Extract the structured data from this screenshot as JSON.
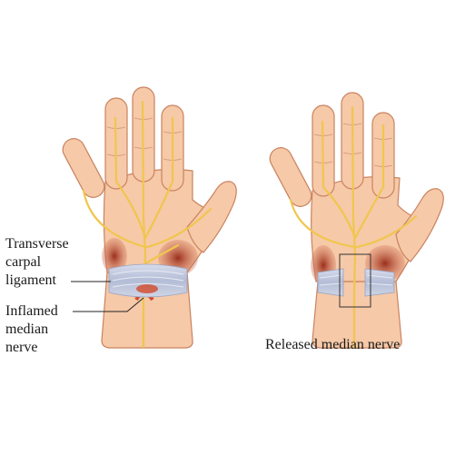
{
  "labels": {
    "ligament": [
      "Transverse",
      "carpal",
      "ligament"
    ],
    "inflamed": [
      "Inflamed",
      "median",
      "nerve"
    ],
    "released": "Released median nerve"
  },
  "colors": {
    "background": "#ffffff",
    "skin": "#f6c9a8",
    "skin_outline": "#c9835f",
    "skin_shade": "#eeb08a",
    "muscle": "#b5452f",
    "nerve": "#f0c64e",
    "nerve_outline": "#d9a22a",
    "ligament": "#b9c3d8",
    "inflamed": "#d24a2a",
    "callout_line": "#222222"
  },
  "icons": {
    "left_hand": "hand-with-compressed-nerve-illustration",
    "right_hand": "hand-with-released-nerve-illustration"
  }
}
